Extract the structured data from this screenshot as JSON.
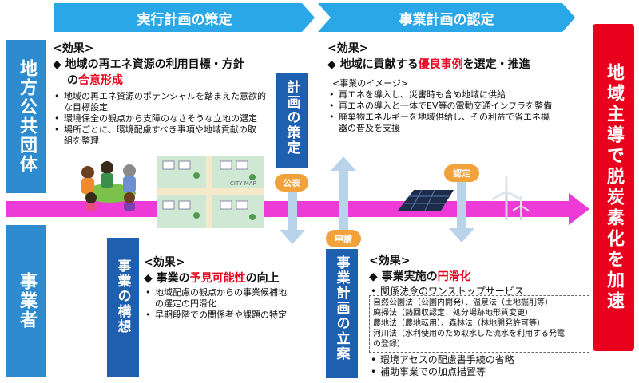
{
  "header": {
    "left": "実行計画の策定",
    "right": "事業計画の認定"
  },
  "actors": {
    "top": "地方公共団体",
    "bottom": "事業者"
  },
  "vbars": {
    "plan": "計画の策定",
    "concept": "事業の構想",
    "draft": "事業計画の立案"
  },
  "arrows": {
    "publish": "公表",
    "apply": "申請",
    "certify": "認定"
  },
  "goal": "地域主導で脱炭素化を加速",
  "box_top_left": {
    "effect": "<効果>",
    "head1": "◆ 地域の再エネ資源の利用目標・方針",
    "head2a": "の",
    "head2b": "合意形成",
    "items": [
      "地域の再エネ資源のポテンシャルを踏まえた意欲的",
      "な目標設定",
      "環境保全の観点から支障のなさそうな立地の選定",
      "場所ごとに、環境配慮すべき事項や地域貢献の取",
      "組を整理"
    ]
  },
  "box_top_right": {
    "effect": "<効果>",
    "head_a": "◆ 地域に貢献する",
    "head_b": "優良事例",
    "head_c": "を選定・推進",
    "image_title": "<事業のイメージ>",
    "items": [
      "再エネを導入し、災害時も含め地域に供給",
      "再エネの導入と一体でEV等の電動交通インフラを整備",
      "廃棄物エネルギーを地域供給し、その利益で省エネ機",
      "器の普及を支援"
    ]
  },
  "box_bottom_left": {
    "effect": "<効果>",
    "head_a": "◆ 事業の",
    "head_b": "予見可能性",
    "head_c": "の向上",
    "items": [
      "地域配慮の観点からの事業候補地",
      "の選定の円滑化",
      "早期段階での関係者や課題の特定"
    ]
  },
  "box_bottom_right": {
    "effect": "<効果>",
    "head_a": "◆ 事業実施の",
    "head_b": "円滑化",
    "one_stop": "関係法令のワンストップサービス",
    "laws": [
      "自然公園法（公園内開発）、温泉法（土地掘削等）",
      "廃掃法（熱回収認定、処分場跡地形質変更）",
      "農地法（農地転用）、森林法（林地開発許可等）",
      "河川法（水利使用のため取水した流水を利用する発電",
      "の登録）"
    ],
    "extra": [
      "環境アセスの配慮書手続の省略",
      "補助事業での加点措置等"
    ]
  },
  "map_label": "CITY MAP",
  "colors": {
    "chevron": "#29a7e6",
    "actor": "#2e8bcf",
    "vbar": "#1f5fb0",
    "pink": "#ee3ad6",
    "red": "#e8001c",
    "oval": "#f2a23a"
  }
}
